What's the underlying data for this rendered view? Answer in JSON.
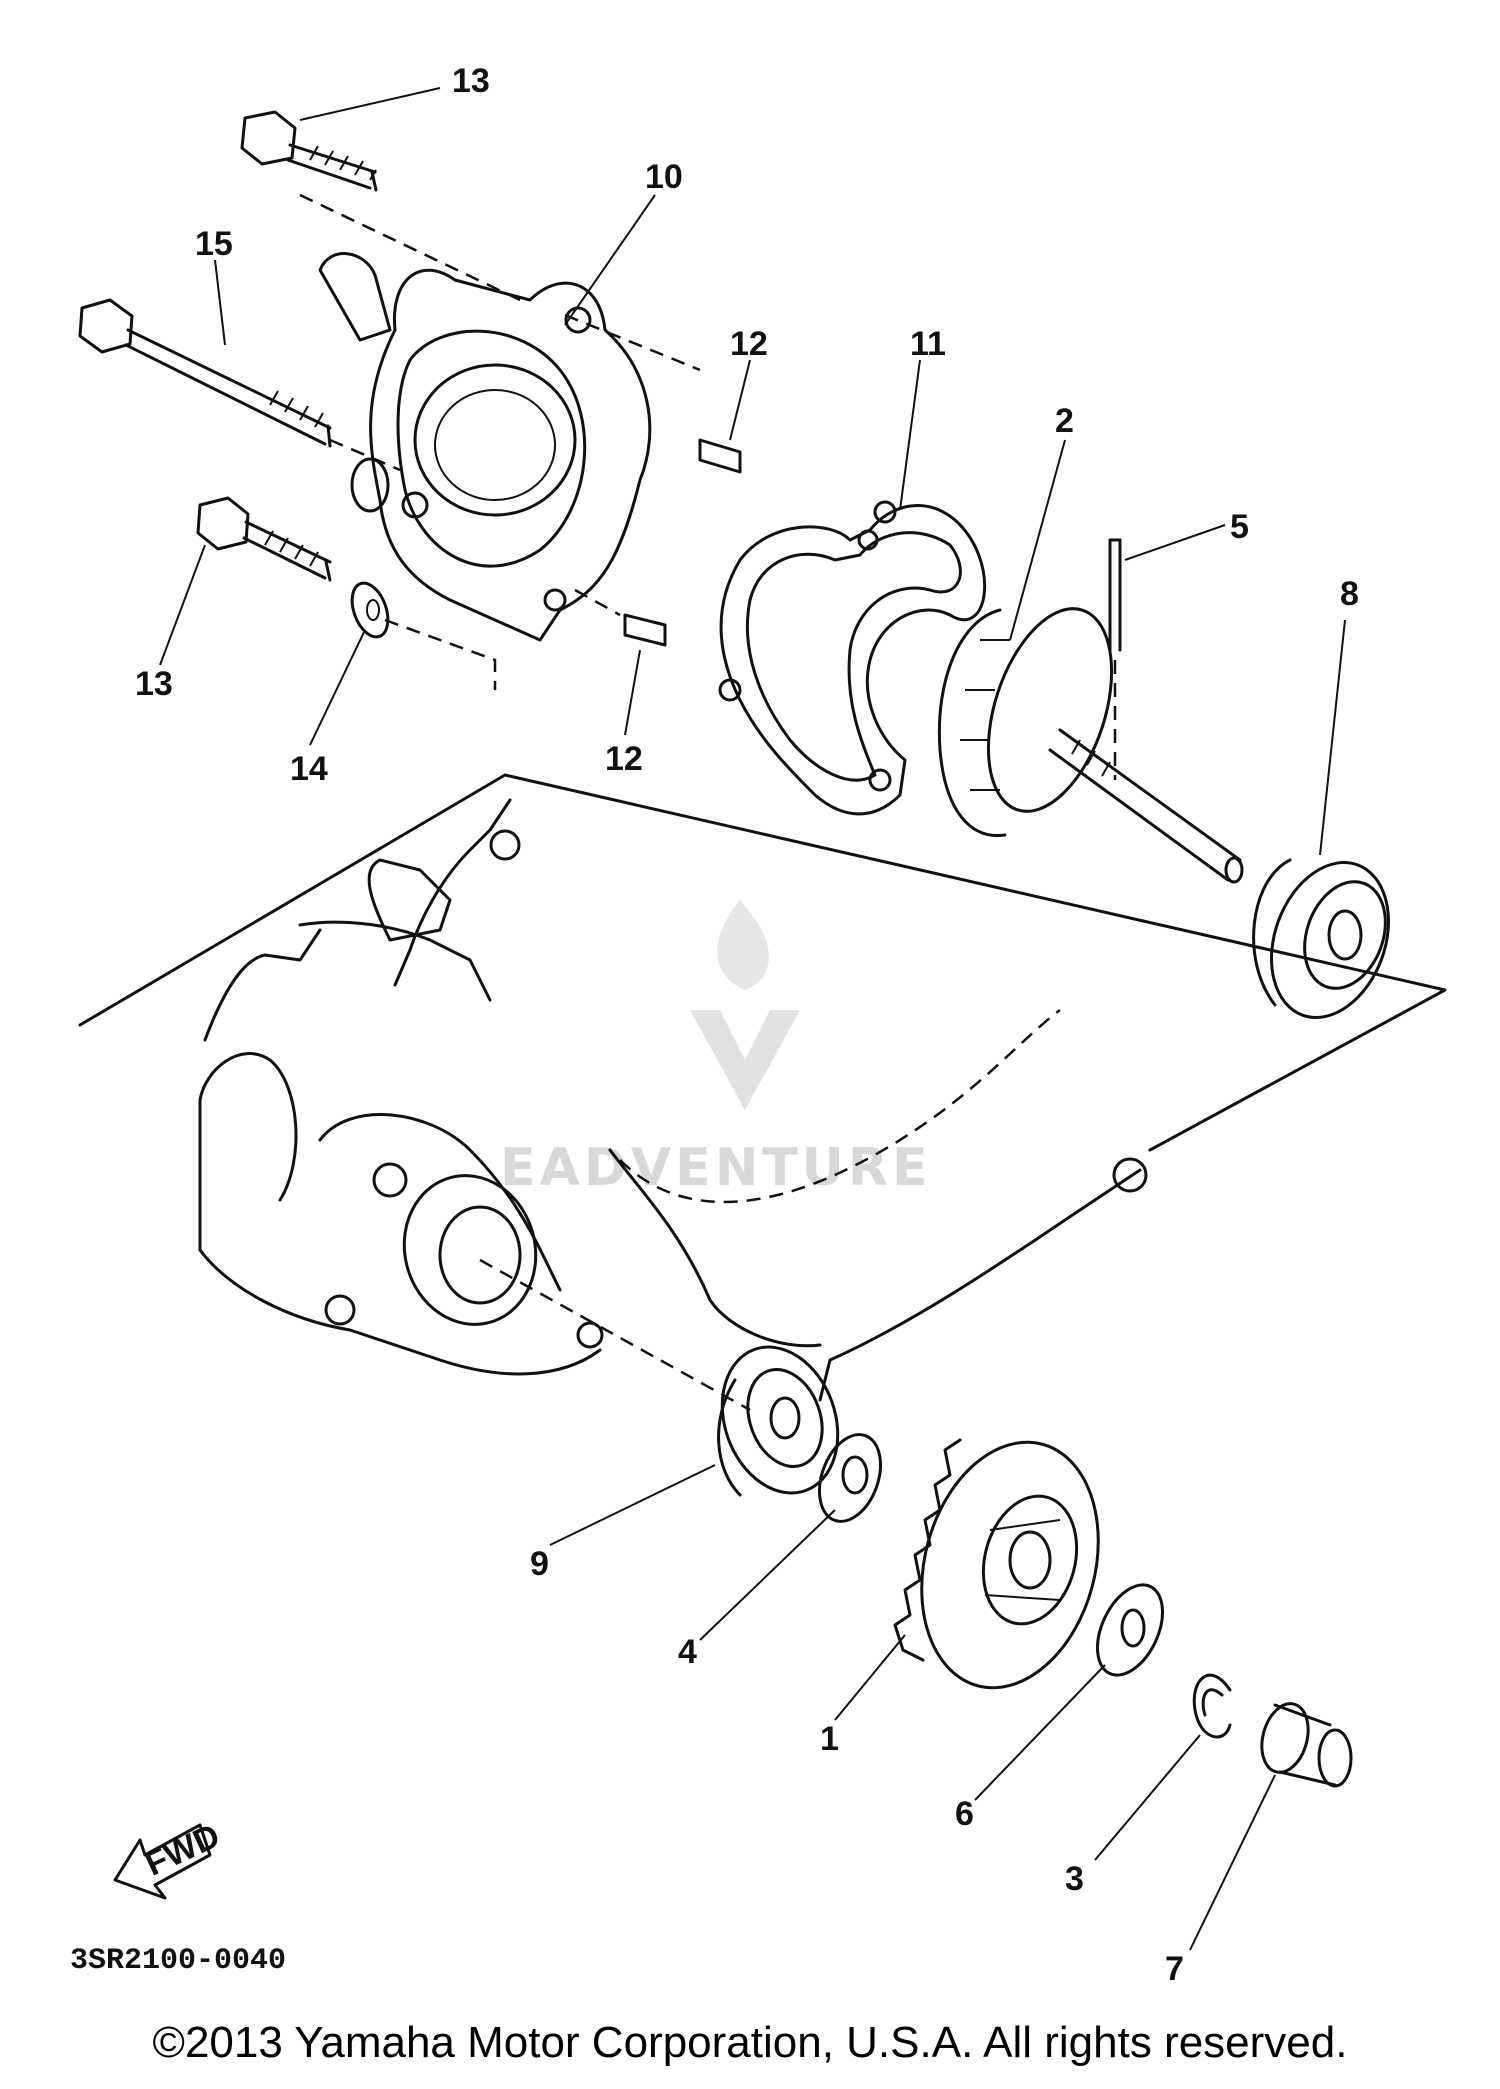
{
  "parts": [
    {
      "number": "1",
      "name": "gear"
    },
    {
      "number": "2",
      "name": "impeller"
    },
    {
      "number": "3",
      "name": "circlip"
    },
    {
      "number": "4",
      "name": "washer"
    },
    {
      "number": "5",
      "name": "pin"
    },
    {
      "number": "6",
      "name": "washer"
    },
    {
      "number": "7",
      "name": "collar"
    },
    {
      "number": "8",
      "name": "bearing"
    },
    {
      "number": "9",
      "name": "bearing"
    },
    {
      "number": "10",
      "name": "pump-housing-cover"
    },
    {
      "number": "11",
      "name": "gasket"
    },
    {
      "number": "12",
      "name": "dowel-pin"
    },
    {
      "number": "13",
      "name": "bolt"
    },
    {
      "number": "14",
      "name": "washer"
    },
    {
      "number": "15",
      "name": "long-bolt"
    }
  ],
  "callouts": {
    "c1": "1",
    "c2": "2",
    "c3": "3",
    "c4": "4",
    "c5": "5",
    "c6": "6",
    "c7": "7",
    "c8": "8",
    "c9": "9",
    "c10": "10",
    "c11": "11",
    "c12a": "12",
    "c12b": "12",
    "c13a": "13",
    "c13b": "13",
    "c14": "14",
    "c15": "15"
  },
  "diagram_code": "3SR2100-0040",
  "fwd_label": "FWD",
  "watermark": "EADVENTURE",
  "copyright": "©2013 Yamaha Motor Corporation, U.S.A. All rights reserved."
}
